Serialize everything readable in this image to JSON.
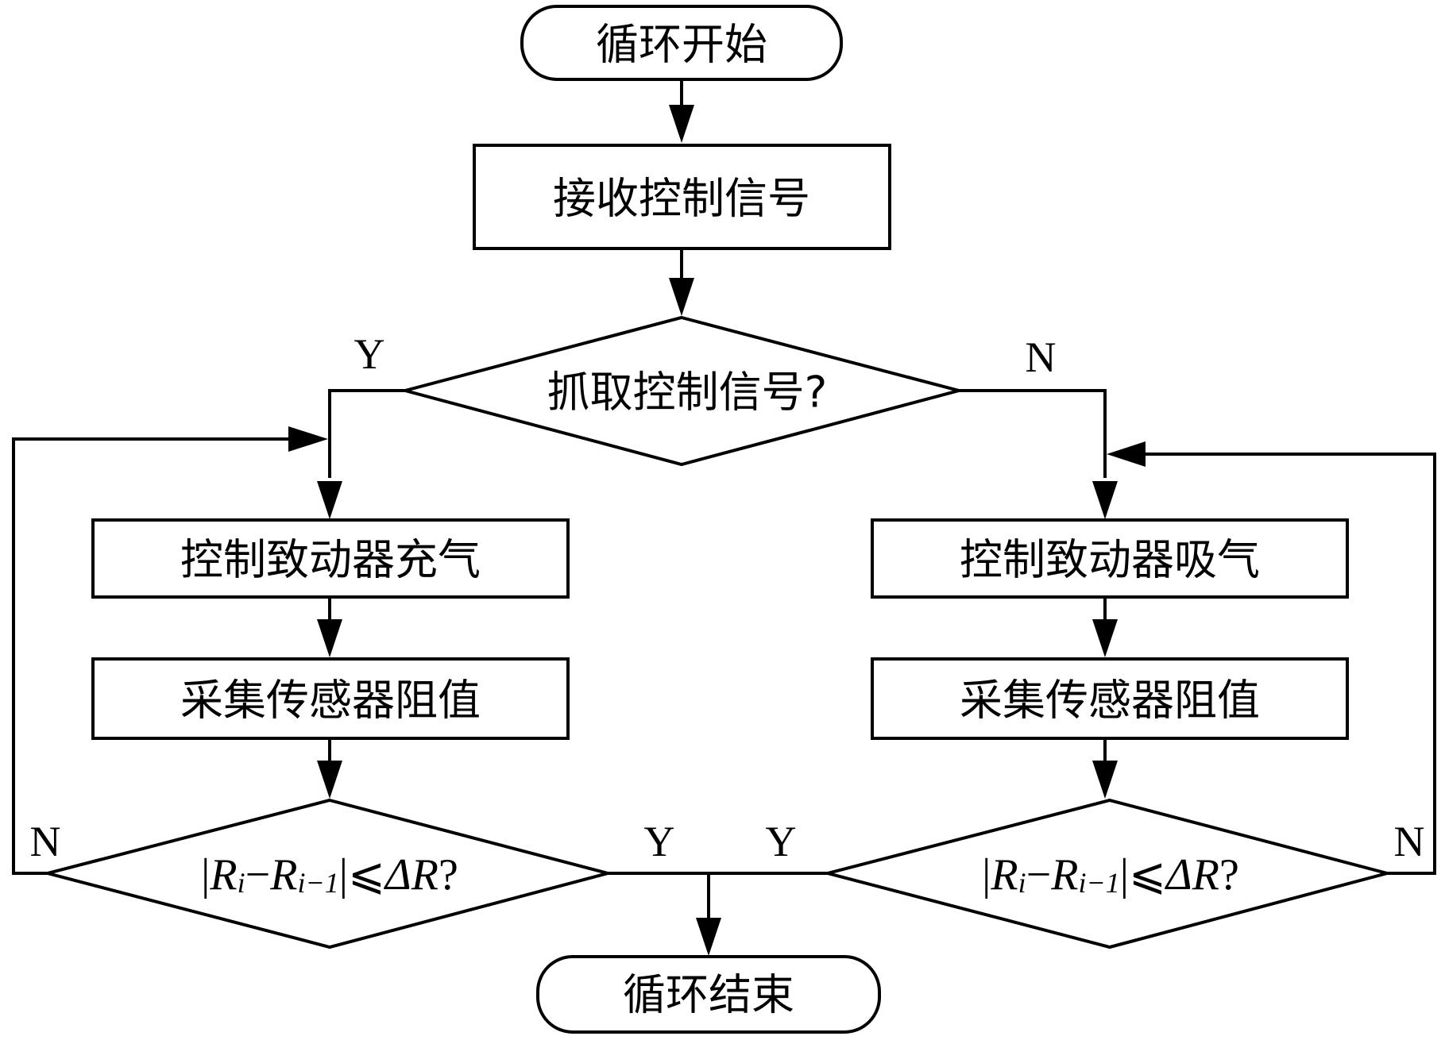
{
  "nodes": {
    "start": "循环开始",
    "receive": "接收控制信号",
    "decision_grab": "抓取控制信号?",
    "inflate": "控制致动器充气",
    "collect_left": "采集传感器阻值",
    "deflate": "控制致动器吸气",
    "collect_right": "采集传感器阻值",
    "end": "循环结束"
  },
  "condition": {
    "R": "R",
    "i": "i",
    "i_minus_1": "i−1",
    "minus": "−",
    "le": "⩽",
    "delta_R": "ΔR",
    "q": "?"
  },
  "labels": {
    "yes": "Y",
    "no": "N"
  }
}
